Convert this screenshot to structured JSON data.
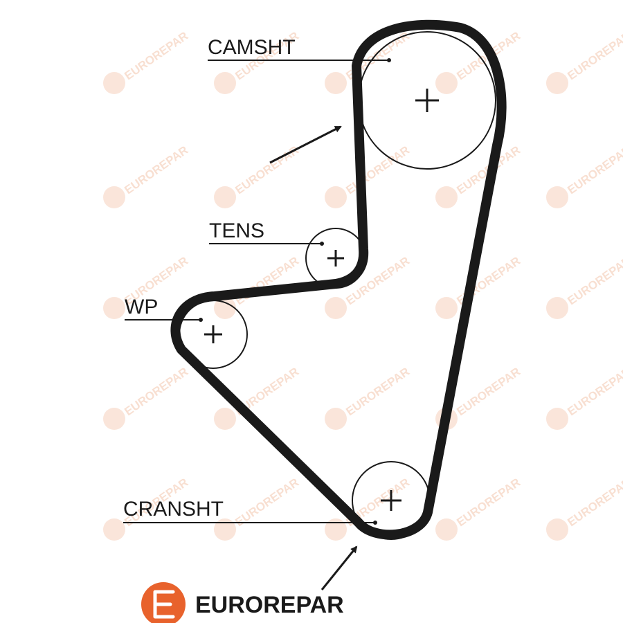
{
  "diagram": {
    "labels": {
      "camshaft": "CAMSHT",
      "tensioner": "TENS",
      "water_pump": "WP",
      "crankshaft": "CRANSHT"
    },
    "brand": {
      "name": "EUROREPAR",
      "color": "#e8622c"
    },
    "watermark": {
      "text": "EUROREPAR",
      "color": "#f3c6ad"
    },
    "belt_color": "#1a1a1a"
  }
}
